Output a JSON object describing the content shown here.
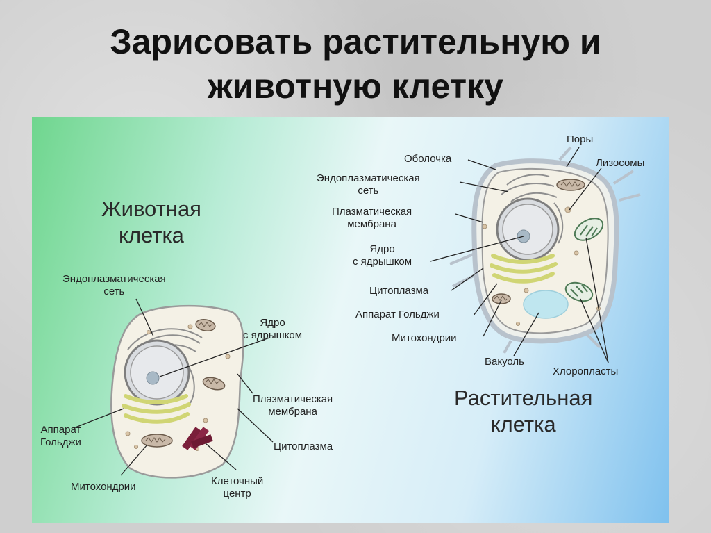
{
  "title": {
    "line1": "Зарисовать растительную и",
    "line2": "животную клетку"
  },
  "animal_cell": {
    "heading_line1": "Животная",
    "heading_line2": "клетка",
    "labels": {
      "er_line1": "Эндоплазматическая",
      "er_line2": "сеть",
      "nucleus_line1": "Ядро",
      "nucleus_line2": "с ядрышком",
      "membrane_line1": "Плазматическая",
      "membrane_line2": "мембрана",
      "golgi_line1": "Аппарат",
      "golgi_line2": "Гольджи",
      "cytoplasm": "Цитоплазма",
      "mitochondria": "Митохондрии",
      "centrosome_line1": "Клеточный",
      "centrosome_line2": "центр"
    }
  },
  "plant_cell": {
    "heading_line1": "Растительная",
    "heading_line2": "клетка",
    "labels": {
      "pores": "Поры",
      "wall": "Оболочка",
      "lysosomes": "Лизосомы",
      "er_line1": "Эндоплазматическая",
      "er_line2": "сеть",
      "membrane_line1": "Плазматическая",
      "membrane_line2": "мембрана",
      "nucleus_line1": "Ядро",
      "nucleus_line2": "с ядрышком",
      "cytoplasm": "Цитоплазма",
      "golgi": "Аппарат Гольджи",
      "mitochondria": "Митохондрии",
      "vacuole": "Вакуоль",
      "chloroplasts": "Хлоропласты"
    }
  },
  "colors": {
    "panel_left": "#6fd68e",
    "panel_right": "#7fc1ee",
    "cell_fill": "#f4f1e6",
    "golgi": "#d7dc86",
    "vacuole": "#bfe6ef",
    "centrosome": "#7a1f3a",
    "chloroplast": "#4d7a55"
  }
}
